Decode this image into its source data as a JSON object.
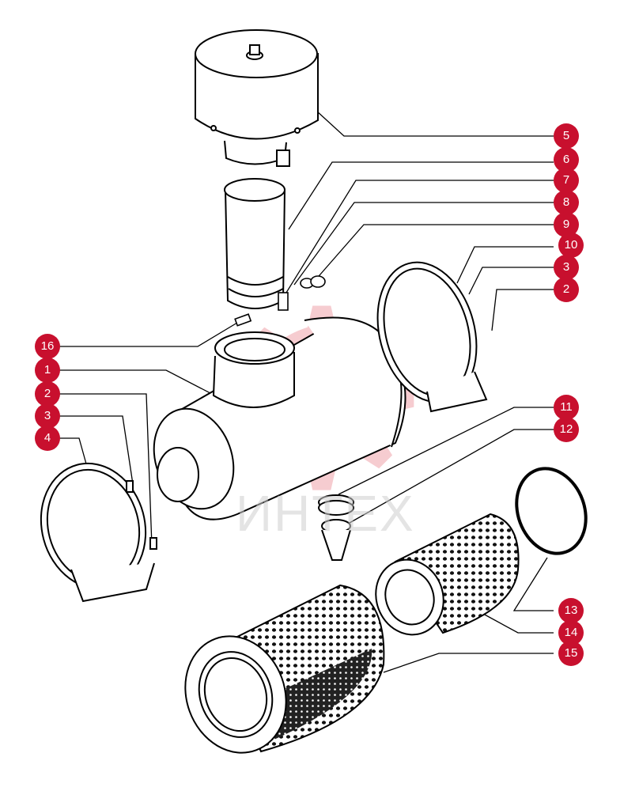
{
  "watermark": {
    "text": "ИНТЕХ",
    "gear_color": "#e8a0a8"
  },
  "colors": {
    "callout": "#c8102e",
    "line": "#000000"
  },
  "callouts": [
    {
      "id": "c5",
      "label": "5"
    },
    {
      "id": "c6",
      "label": "6"
    },
    {
      "id": "c7",
      "label": "7"
    },
    {
      "id": "c8",
      "label": "8"
    },
    {
      "id": "c9",
      "label": "9"
    },
    {
      "id": "c10",
      "label": "10"
    },
    {
      "id": "c3r",
      "label": "3"
    },
    {
      "id": "c2r",
      "label": "2"
    },
    {
      "id": "c16",
      "label": "16"
    },
    {
      "id": "c1",
      "label": "1"
    },
    {
      "id": "c2l",
      "label": "2"
    },
    {
      "id": "c3l",
      "label": "3"
    },
    {
      "id": "c4",
      "label": "4"
    },
    {
      "id": "c11",
      "label": "11"
    },
    {
      "id": "c12",
      "label": "12"
    },
    {
      "id": "c13",
      "label": "13"
    },
    {
      "id": "c14",
      "label": "14"
    },
    {
      "id": "c15",
      "label": "15"
    }
  ]
}
